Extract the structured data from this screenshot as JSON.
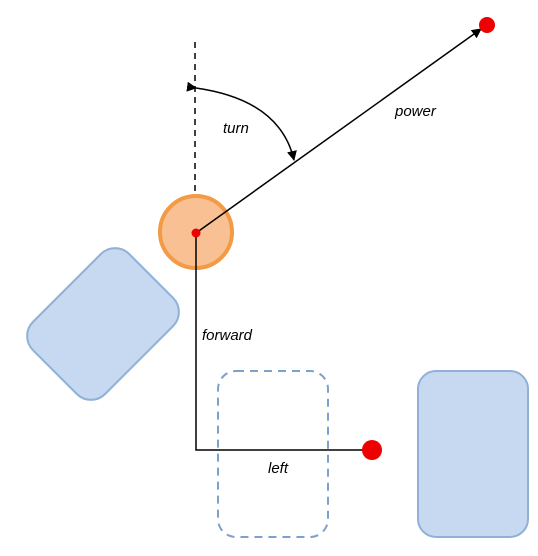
{
  "labels": {
    "power": "power",
    "turn": "turn",
    "forward": "forward",
    "left": "left"
  },
  "colors": {
    "robot_fill": "#f9c193",
    "robot_stroke": "#f39a45",
    "point": "#ee0000",
    "block_fill": "#c6d9f0",
    "block_stroke": "#8fb1d6",
    "ghost_stroke": "#7ea1c9",
    "line": "#000000"
  }
}
